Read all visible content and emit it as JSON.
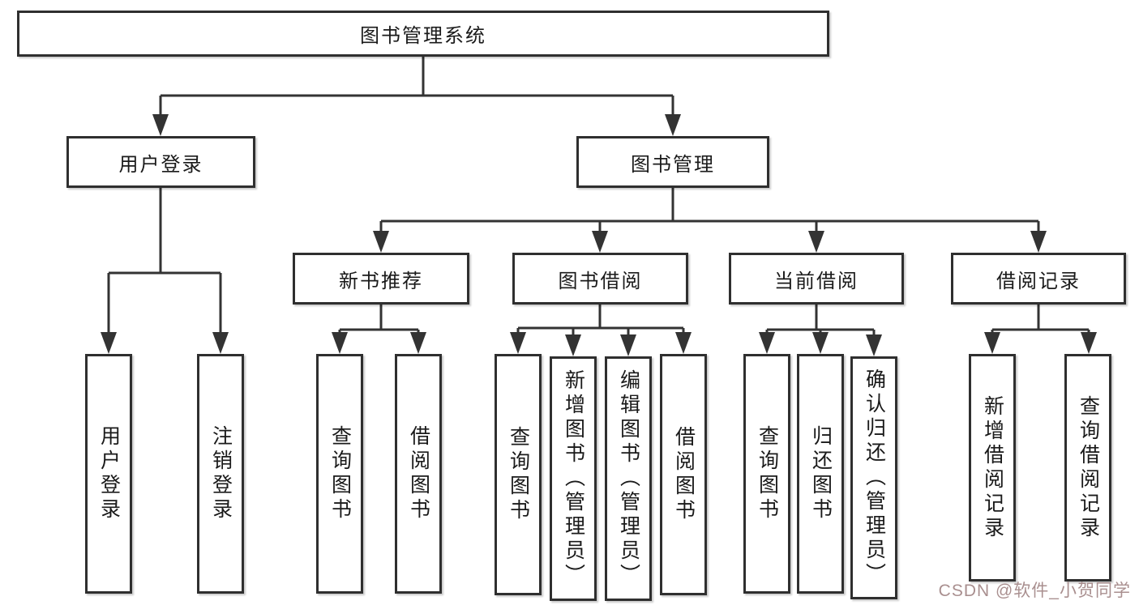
{
  "tree": {
    "label": "图书管理系统",
    "children": [
      {
        "label": "用户登录",
        "children": [
          {
            "label": "用户登录"
          },
          {
            "label": "注销登录"
          }
        ]
      },
      {
        "label": "图书管理",
        "children": [
          {
            "label": "新书推荐",
            "children": [
              {
                "label": "查询图书"
              },
              {
                "label": "借阅图书"
              }
            ]
          },
          {
            "label": "图书借阅",
            "children": [
              {
                "label": "查询图书"
              },
              {
                "label": "新增图书（管理员）"
              },
              {
                "label": "编辑图书（管理员）"
              },
              {
                "label": "借阅图书"
              }
            ]
          },
          {
            "label": "当前借阅",
            "children": [
              {
                "label": "查询图书"
              },
              {
                "label": "归还图书"
              },
              {
                "label": "确认归还（管理员）"
              }
            ]
          },
          {
            "label": "借阅记录",
            "children": [
              {
                "label": "新增借阅记录"
              },
              {
                "label": "查询借阅记录"
              }
            ]
          }
        ]
      }
    ]
  },
  "watermark": {
    "text": "CSDN @软件_小贺同学"
  },
  "colors": {
    "line": "#333333",
    "box_border": "#2f2f2f",
    "box_fill": "#ffffff",
    "text": "#1a1a1a",
    "watermark": "#a98f8f"
  }
}
